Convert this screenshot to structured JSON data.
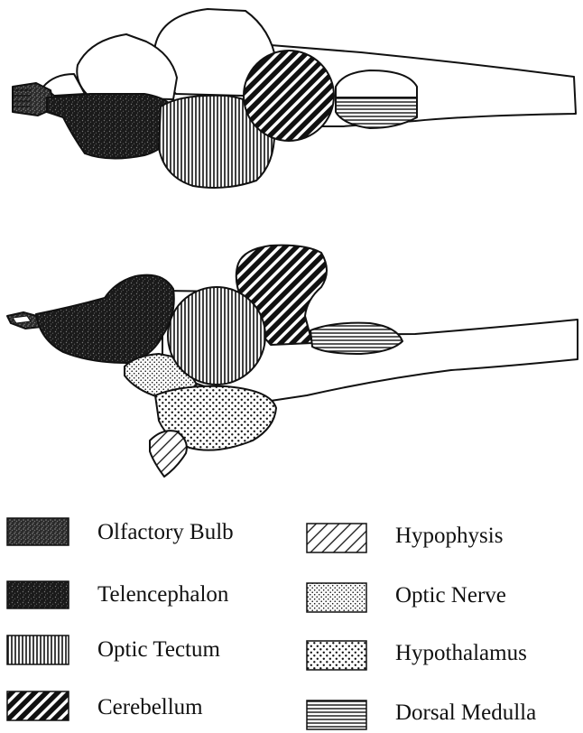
{
  "legend": {
    "items": [
      {
        "key": "olfactory-bulb",
        "label": "Olfactory Bulb",
        "pattern": "dense-dark-speckle"
      },
      {
        "key": "telencephalon",
        "label": "Telencephalon",
        "pattern": "dark-speckle"
      },
      {
        "key": "optic-tectum",
        "label": "Optic Tectum",
        "pattern": "vertical-lines"
      },
      {
        "key": "cerebellum",
        "label": "Cerebellum",
        "pattern": "thick-diagonal-lines"
      },
      {
        "key": "hypophysis",
        "label": "Hypophysis",
        "pattern": "thin-diagonal-lines"
      },
      {
        "key": "optic-nerve",
        "label": "Optic Nerve",
        "pattern": "fine-stipple"
      },
      {
        "key": "hypothalamus",
        "label": "Hypothalamus",
        "pattern": "coarse-stipple"
      },
      {
        "key": "dorsal-medulla",
        "label": "Dorsal Medulla",
        "pattern": "horizontal-lines"
      }
    ]
  },
  "colors": {
    "ink": "#111111",
    "paper": "#ffffff"
  }
}
